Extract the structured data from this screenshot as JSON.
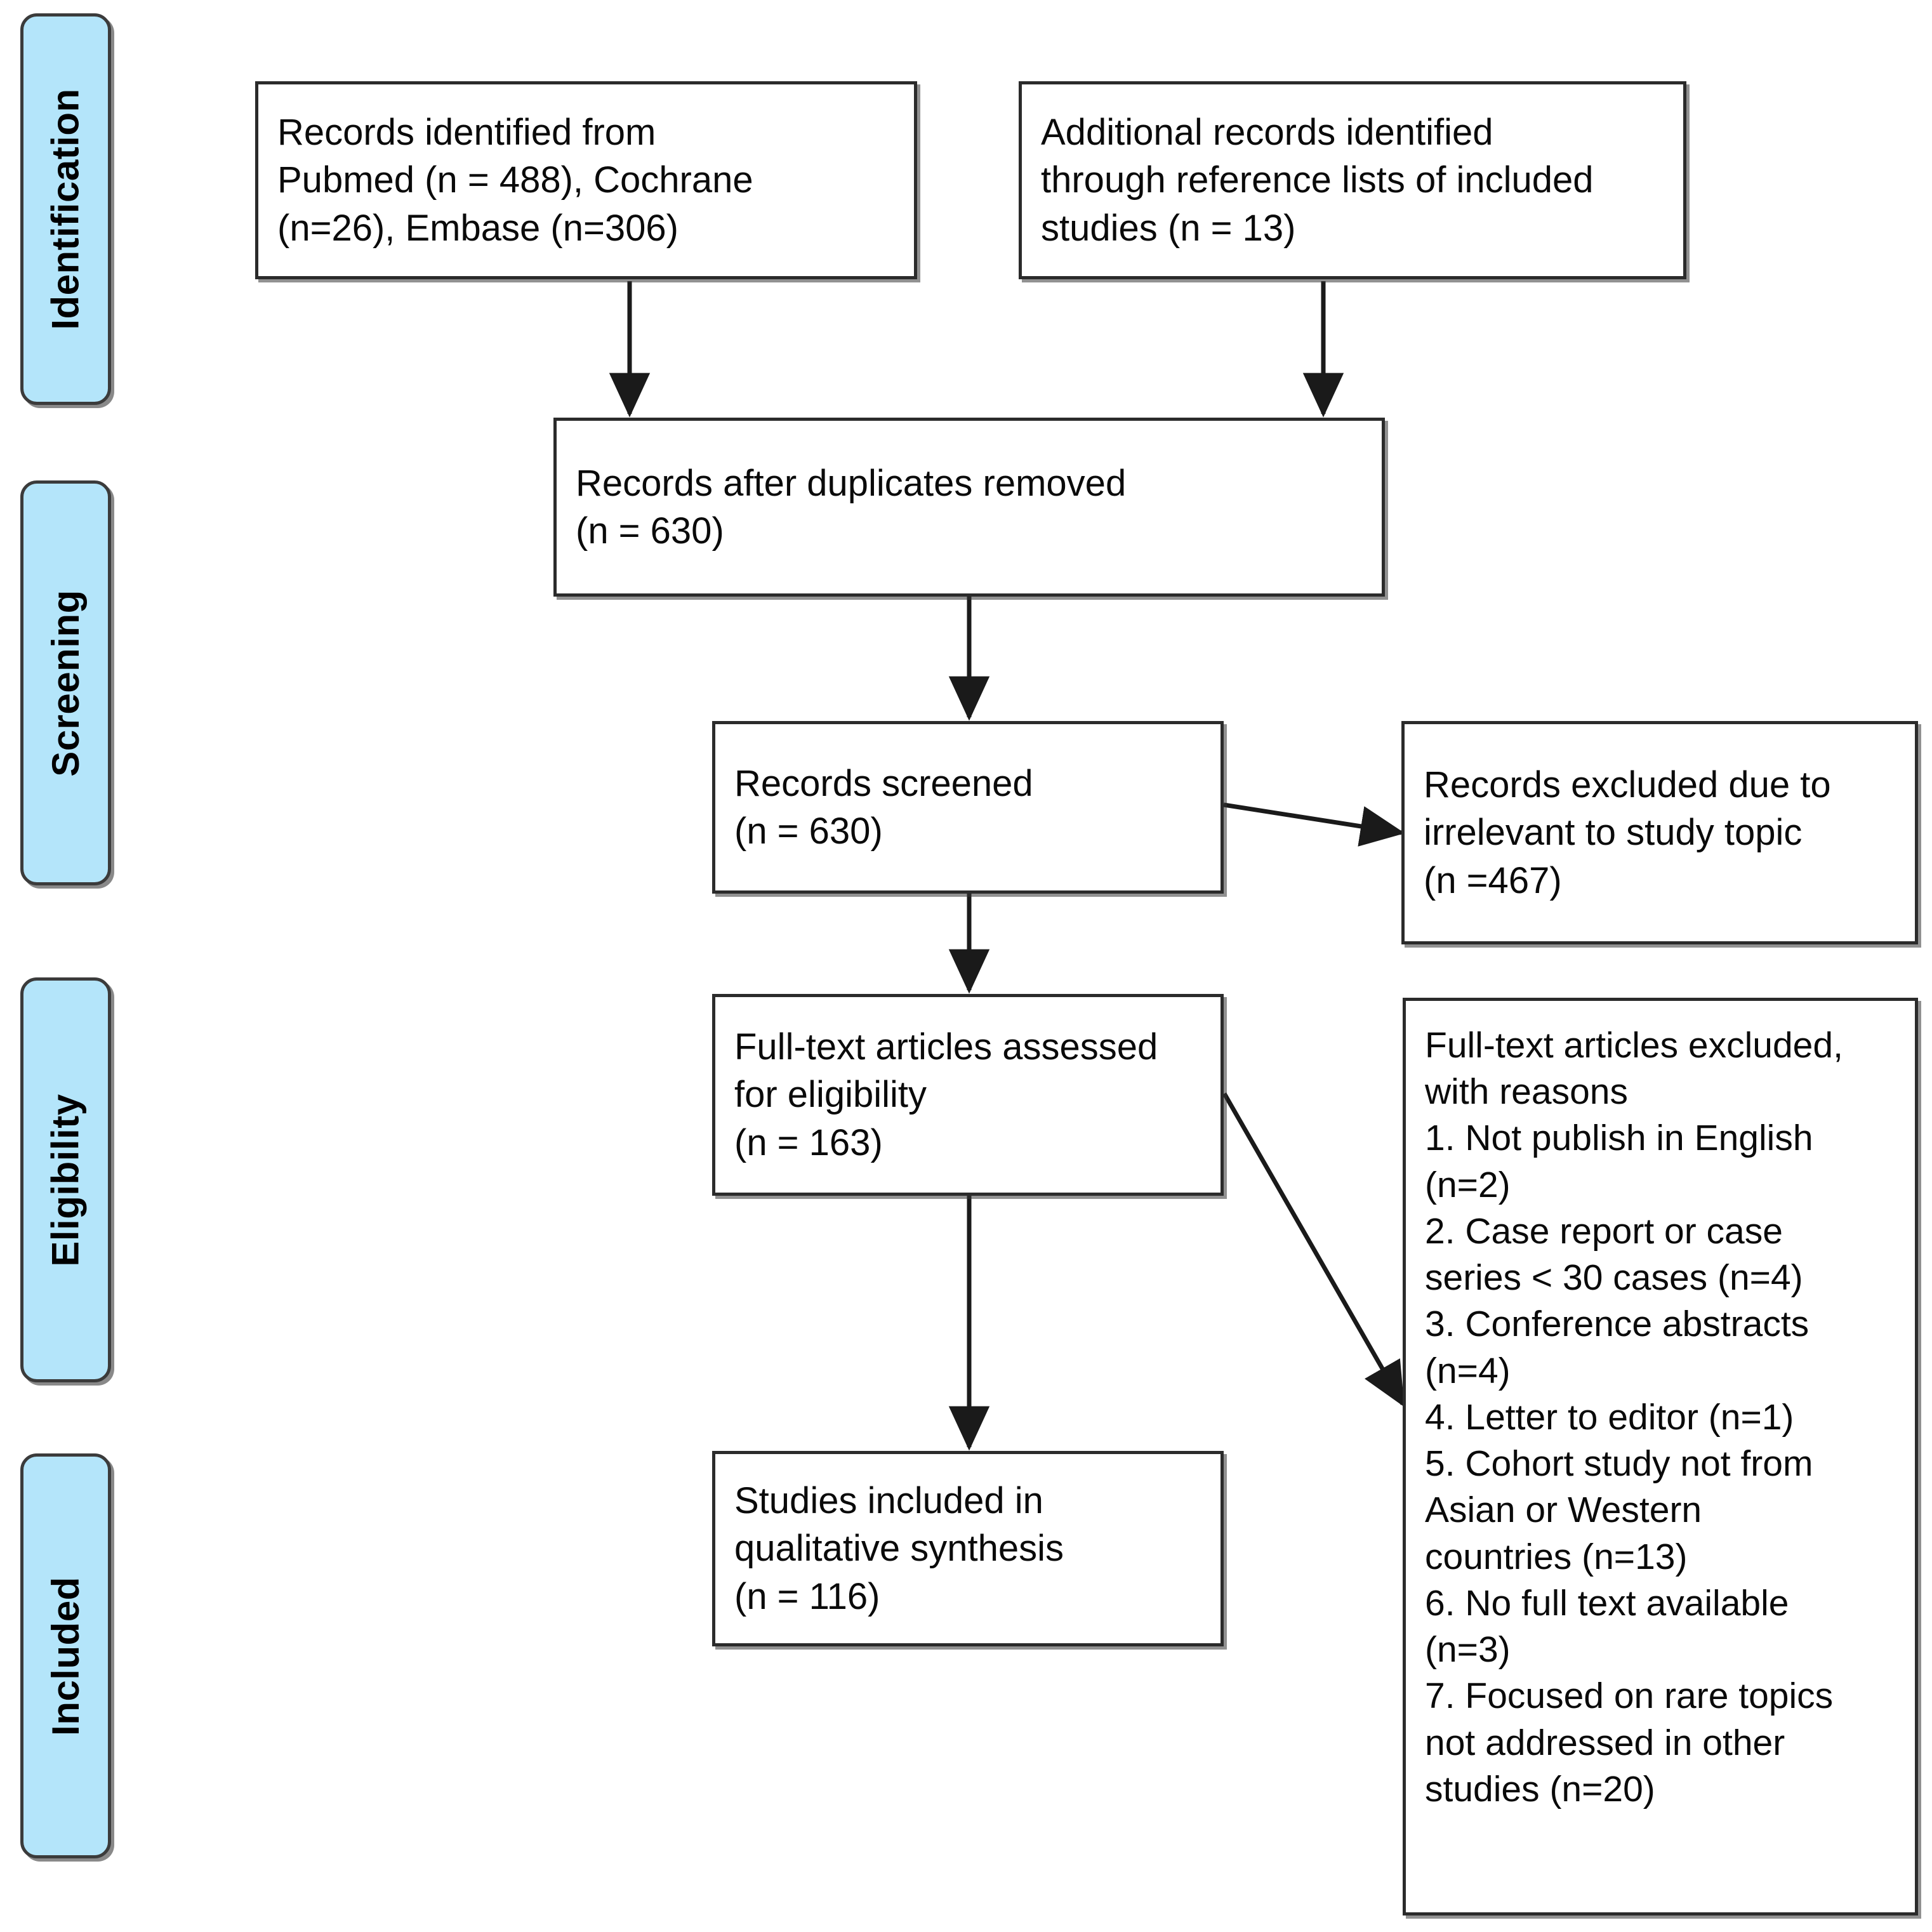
{
  "diagram": {
    "title": "PRISMA study selection flow diagram",
    "stages": [
      {
        "id": "identification",
        "label": "Identification"
      },
      {
        "id": "screening",
        "label": "Screening"
      },
      {
        "id": "eligibility",
        "label": "Eligibility"
      },
      {
        "id": "included",
        "label": "Included"
      }
    ],
    "boxes": {
      "records_identified": {
        "lines": [
          "Records identified from",
          "Pubmed (n = 488), Cochrane",
          "(n=26), Embase (n=306)"
        ]
      },
      "additional_records": {
        "lines": [
          "Additional records identified",
          "through reference lists of included",
          "studies (n = 13)"
        ]
      },
      "duplicates_removed": {
        "lines": [
          "Records after duplicates removed",
          "(n = 630)"
        ]
      },
      "records_screened": {
        "lines": [
          "Records screened",
          "(n = 630)"
        ]
      },
      "records_excluded": {
        "lines": [
          "Records excluded due to",
          "irrelevant to study topic",
          "(n =467)"
        ]
      },
      "fulltext_assessed": {
        "lines": [
          "Full-text articles assessed",
          "for eligibility",
          "(n = 163)"
        ]
      },
      "fulltext_excluded": {
        "lines": [
          "Full-text articles excluded,",
          "with reasons",
          "1. Not publish in English",
          "(n=2)",
          "2. Case report or case",
          "series < 30 cases (n=4)",
          "3. Conference abstracts",
          "(n=4)",
          "4. Letter to editor (n=1)",
          "5. Cohort study not from",
          "Asian or Western",
          "countries (n=13)",
          "6. No full text available",
          "(n=3)",
          "7. Focused on rare topics",
          "not addressed in other",
          "studies (n=20)"
        ]
      },
      "studies_included": {
        "lines": [
          "Studies included in",
          "qualitative synthesis",
          "(n = 116)"
        ]
      }
    },
    "counts": {
      "pubmed": 488,
      "cochrane": 26,
      "embase": 306,
      "additional_reference_lists": 13,
      "after_duplicates_removed": 630,
      "records_screened": 630,
      "records_excluded_irrelevant": 467,
      "fulltext_assessed": 163,
      "excluded_not_english": 2,
      "excluded_case_report": 4,
      "excluded_conference_abstract": 4,
      "excluded_letter_to_editor": 1,
      "excluded_cohort_not_asian_western": 13,
      "excluded_no_full_text": 3,
      "excluded_rare_topics": 20,
      "studies_included_qualitative": 116
    },
    "colors": {
      "stage_fill": "#b4e5fa",
      "stage_border": "#3b3b3b",
      "box_border": "#2b2b2b",
      "box_fill": "#ffffff",
      "text": "#0a0a0a",
      "arrow": "#1a1a1a"
    }
  }
}
